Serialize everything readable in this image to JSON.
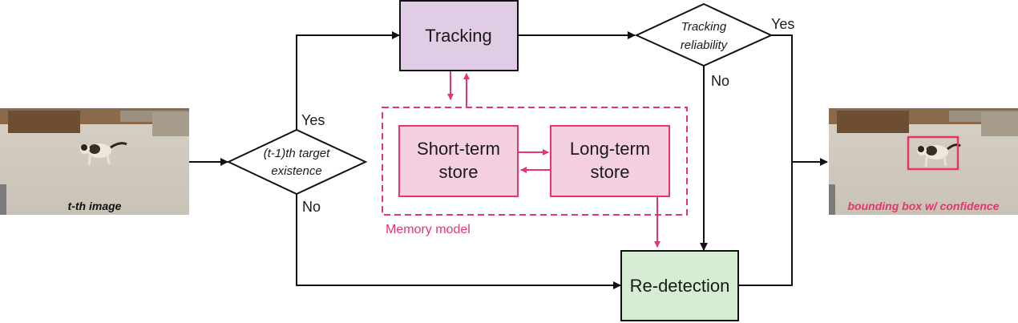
{
  "nodes": {
    "tracking": "Tracking",
    "tracking_reliability": [
      "Tracking",
      "reliability"
    ],
    "target_existence": [
      "(t-1)th target",
      "existence"
    ],
    "short_term_store": [
      "Short-term",
      "store"
    ],
    "long_term_store": [
      "Long-term",
      "store"
    ],
    "redetection": "Re-detection",
    "memory_model": "Memory model"
  },
  "edges": {
    "existence_yes": "Yes",
    "existence_no": "No",
    "reliability_yes": "Yes",
    "reliability_no": "No"
  },
  "images": {
    "input_caption": "t-th image",
    "output_caption": "bounding box w/ confidence"
  },
  "colors": {
    "tracking_fill": "#e0cce4",
    "memory_accent": "#e8336d",
    "memory_box_fill": "#f4cfe0",
    "redetection_fill": "#d6ecd3",
    "bbox_color": "#e8336d"
  }
}
